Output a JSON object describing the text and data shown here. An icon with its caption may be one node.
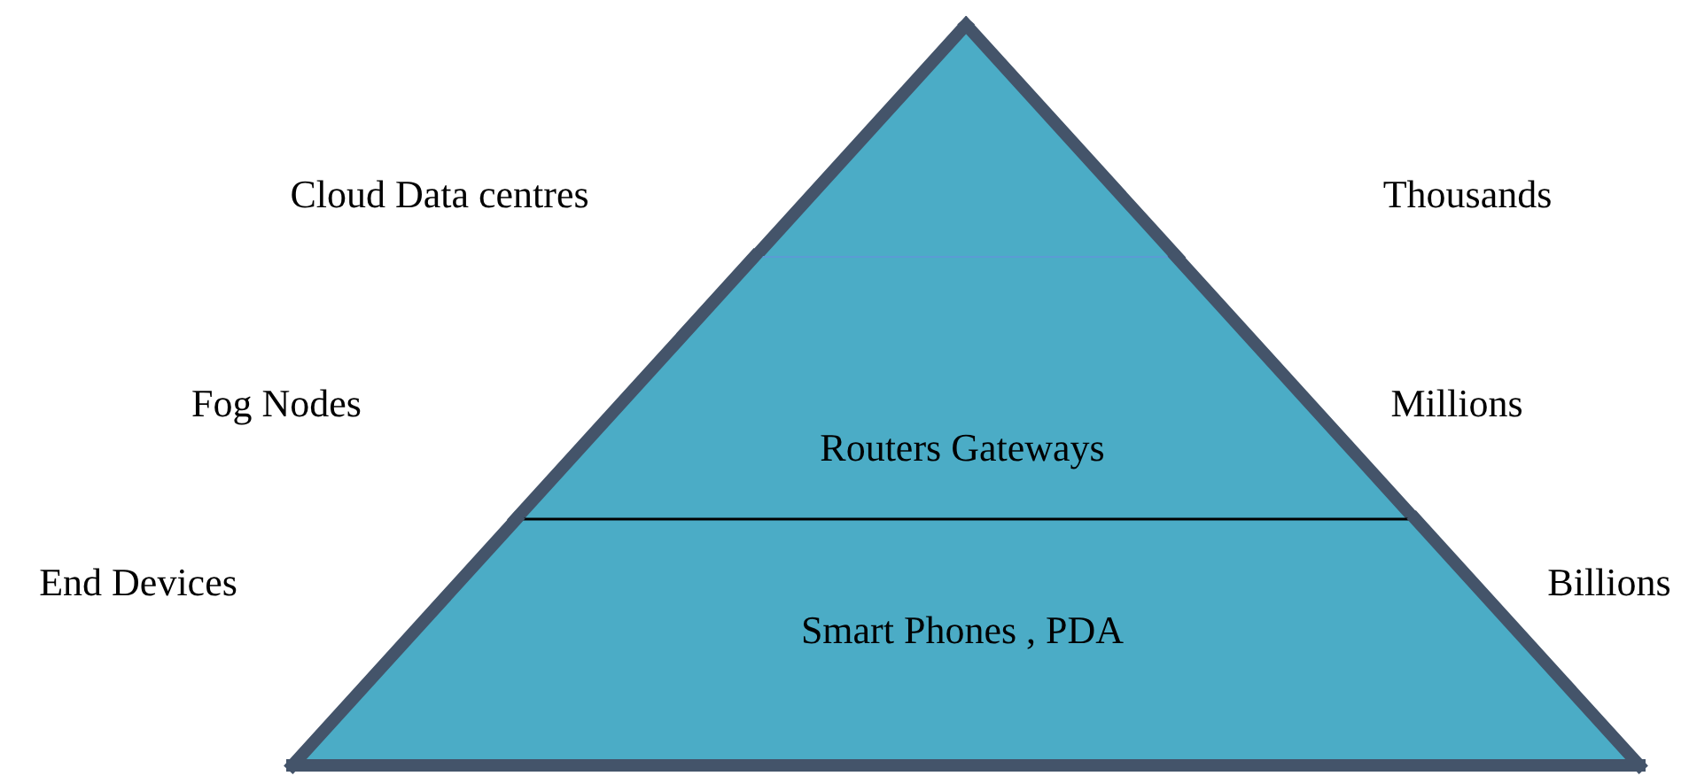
{
  "diagram": {
    "nodes": [
      {
        "text": [],
        "shape": "triangle"
      },
      {
        "text": [
          "Routers Gateways"
        ]
      },
      {
        "text": [
          "Smart Phones , PDA"
        ]
      }
    ],
    "edges": [],
    "labels": [
      "Cloud Data centres",
      "Thousands",
      "Fog Nodes",
      "Millions",
      "End Devices",
      "Billions"
    ]
  }
}
